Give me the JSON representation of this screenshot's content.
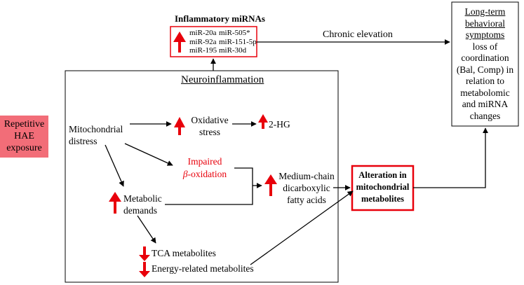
{
  "colors": {
    "accent_red": "#e8000b",
    "exposure_fill": "#f26d78",
    "line": "#000000"
  },
  "exposure": {
    "line1": "Repetitive",
    "line2": "HAE",
    "line3": "exposure"
  },
  "mirna": {
    "title": "Inflammatory miRNAs",
    "left": [
      "miR-20a",
      "miR-92a",
      "miR-195"
    ],
    "right": [
      "miR-505*",
      "miR-151-5p",
      "miR-30d"
    ]
  },
  "chronic_label": "Chronic elevation",
  "neuro": {
    "title": "Neuroinflammation",
    "mito": {
      "line1": "Mitochondrial",
      "line2": "distress"
    },
    "oxidative": {
      "line1": "Oxidative",
      "line2": "stress"
    },
    "hg": "2-HG",
    "beta": {
      "line1": "Impaired",
      "line2_symbol": "β",
      "line2_rest": "-oxidation"
    },
    "mcfa": {
      "line1": "Medium-chain",
      "line2": "dicarboxylic",
      "line3": "fatty acids"
    },
    "metabolic": {
      "line1": "Metabolic",
      "line2": "demands"
    },
    "tca": "TCA metabolites",
    "energy": "Energy-related metabolites"
  },
  "alteration": {
    "line1": "Alteration in",
    "line2": "mitochondrial",
    "line3": "metabolites"
  },
  "longterm": {
    "title1": "Long-term",
    "title2": "behavioral",
    "title3": "symptoms",
    "body": [
      "loss of",
      "coordination",
      "(Bal, Comp) in",
      "relation to",
      "metabolomic",
      "and miRNA",
      "changes"
    ]
  }
}
